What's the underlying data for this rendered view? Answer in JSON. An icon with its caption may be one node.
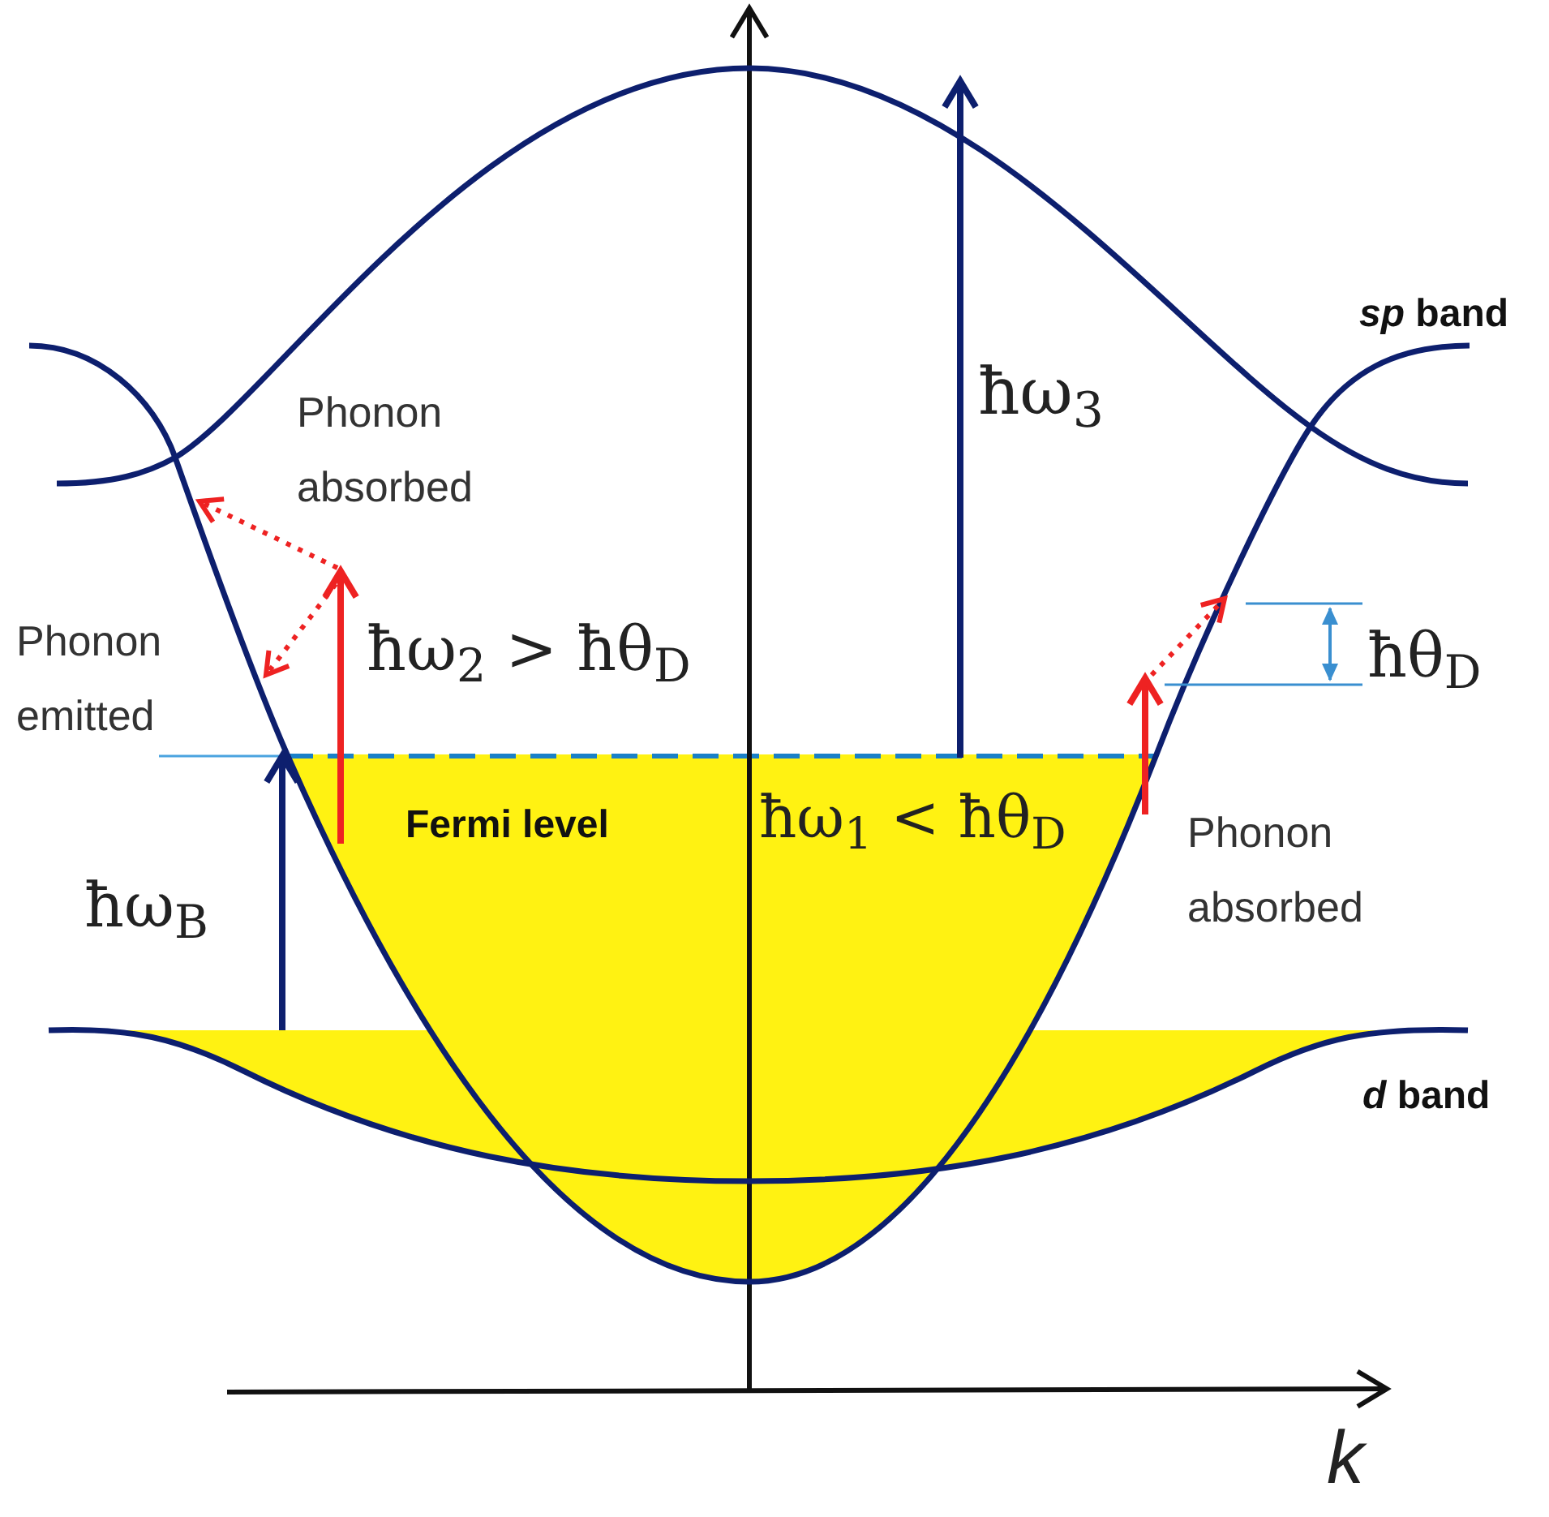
{
  "diagram": {
    "labels": [
      "ħω$_{3}$",
      "*sp* band",
      "Phonon absorbed",
      "ħω$_{2}$ > ħθ$_{D}$",
      "ħθ$_{D}$",
      "Phonon emitted",
      "Fermi level",
      "ħω$_{1}$ < ħθ$_{D}$",
      "Phonon absorbed",
      "ħω$_{B}$",
      "*d* band",
      "k"
    ]
  }
}
